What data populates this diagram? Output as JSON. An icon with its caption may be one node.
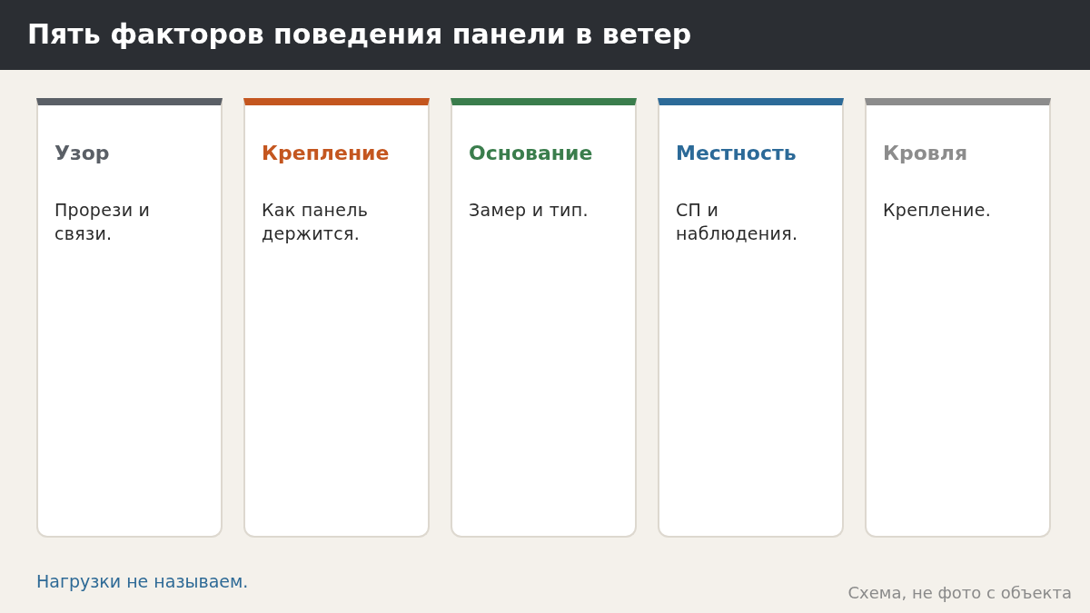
{
  "diagram": {
    "title": "Пять факторов поведения панели в ветер",
    "nodes": [
      {
        "text": [
          "Узор",
          "Прорези и связи."
        ]
      },
      {
        "text": [
          "Крепление",
          "Как панель держится."
        ]
      },
      {
        "text": [
          "Основание",
          "Замер и тип."
        ]
      },
      {
        "text": [
          "Местность",
          "СП и наблюдения."
        ]
      },
      {
        "text": [
          "Кровля",
          "Крепление."
        ]
      }
    ],
    "edges": [],
    "labels": [
      "Нагрузки не называем.",
      "Схема, не фото с объекта"
    ]
  }
}
